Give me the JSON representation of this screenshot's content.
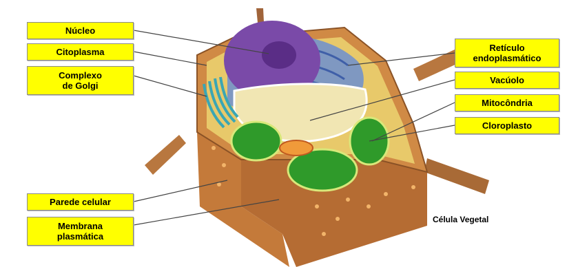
{
  "labels": {
    "nucleo": "Núcleo",
    "citoplasma": "Citoplasma",
    "golgi": "Complexo\nde Golgi",
    "parede": "Parede celular",
    "membrana": "Membrana\nplasmática",
    "reticulo": "Retículo\nendoplasmático",
    "vacuolo": "Vacúolo",
    "mitocondria": "Mitocôndria",
    "cloroplasto": "Cloroplasto"
  },
  "caption": "Célula Vegetal",
  "colors": {
    "label_fill": "#ffff00",
    "cell_wall": "#c47a3a",
    "cytoplasm": "#e8c96a",
    "nucleus": "#7a4aa8",
    "reticulum": "#6c8fd0",
    "vacuole": "#f1e6b3",
    "chloroplast": "#2f9a2a",
    "golgi": "#3aa6b4",
    "mitochondria": "#f09a3a"
  }
}
